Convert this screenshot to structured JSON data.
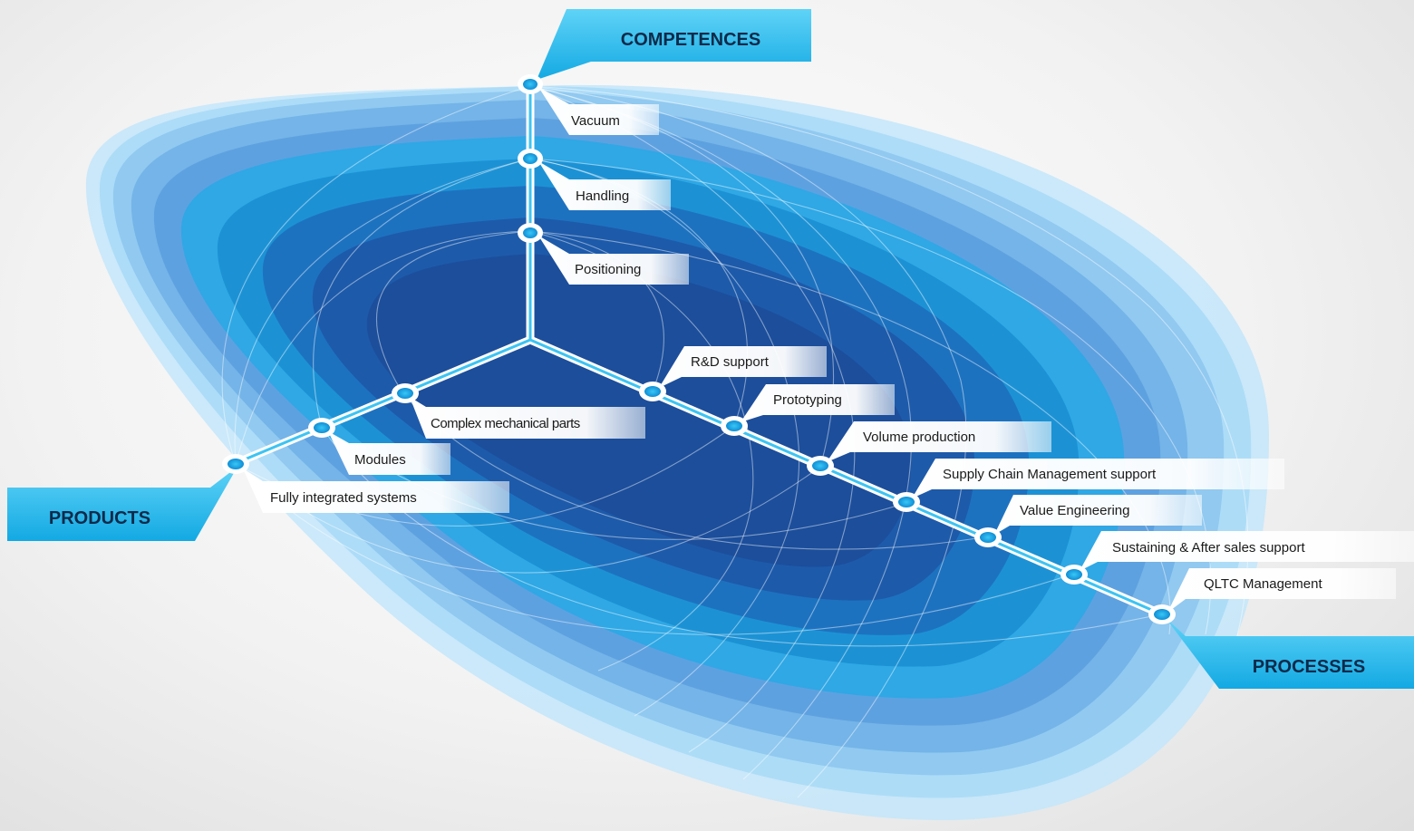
{
  "colors": {
    "background": "#efefef",
    "petal_light": "#22c1f1",
    "petal_dark": "#1e4f9c",
    "axis_callout": "#22b7ec",
    "label_bg": "#ffffff"
  },
  "axes": {
    "competences": "COMPETENCES",
    "products": "PRODUCTS",
    "processes": "PROCESSES"
  },
  "competences": [
    "Vacuum",
    "Handling",
    "Positioning"
  ],
  "products": [
    "Complex mechanical parts",
    "Modules",
    "Fully integrated systems"
  ],
  "processes": [
    "R&D support",
    "Prototyping",
    "Volume production",
    "Supply Chain Management support",
    "Value Engineering",
    "Sustaining & After sales support",
    "QLTC Management"
  ]
}
